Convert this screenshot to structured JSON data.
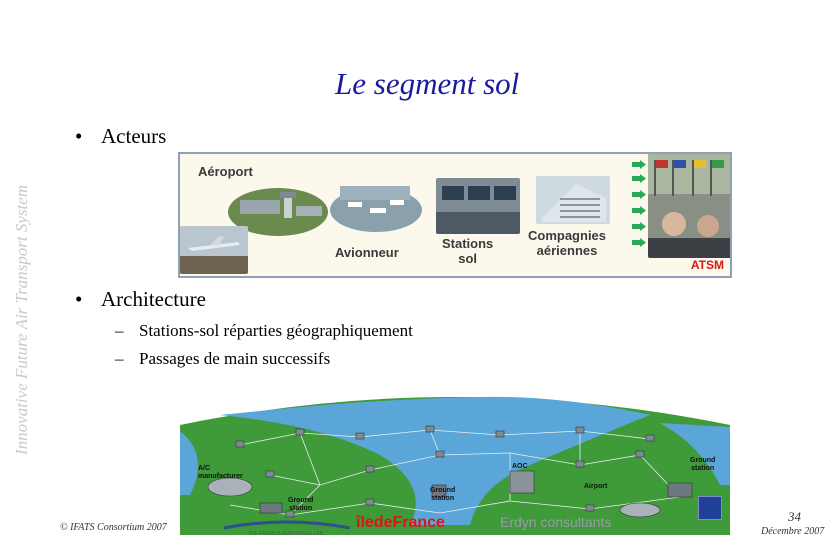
{
  "sidebar": {
    "text": "Innovative Future Air Transport System"
  },
  "slide": {
    "title": "Le segment sol"
  },
  "bullets": {
    "acteurs": "Acteurs",
    "architecture": "Architecture",
    "architecture_items": [
      "Stations-sol réparties géographiquement",
      "Passages de main successifs"
    ]
  },
  "acteurs_figure": {
    "labels": {
      "aeroport": "Aéroport",
      "avionneur": "Avionneur",
      "stations_sol_1": "Stations",
      "stations_sol_2": "sol",
      "compagnies_1": "Compagnies",
      "compagnies_2": "aériennes",
      "atsm": "ATSM"
    }
  },
  "architecture_figure": {
    "labels": {
      "ac_manufacturer_1": "A/C",
      "ac_manufacturer_2": "manufacturer",
      "ground_station_1": "Ground",
      "ground_station_2": "station",
      "ground_station_center_1": "Ground",
      "ground_station_center_2": "station",
      "aoc": "AOC",
      "airport": "Airport",
      "ground_station_right_1": "Ground",
      "ground_station_right_2": "station"
    }
  },
  "footer": {
    "copyright": "© IFATS Consortium 2007",
    "page_number": "34",
    "date": "Décembre 2007",
    "logo_texts": {
      "aerospace": "THE FRENCH AEROSPACE LAB",
      "iledefrance": "îledeFrance",
      "erdyn": "Erdyn consultants"
    }
  },
  "colors": {
    "title": "#1a1aa0",
    "atsm": "#d81818",
    "panel_border": "#8fa0b4",
    "sea": "#5aa6d8",
    "land": "#3f9a3a"
  }
}
